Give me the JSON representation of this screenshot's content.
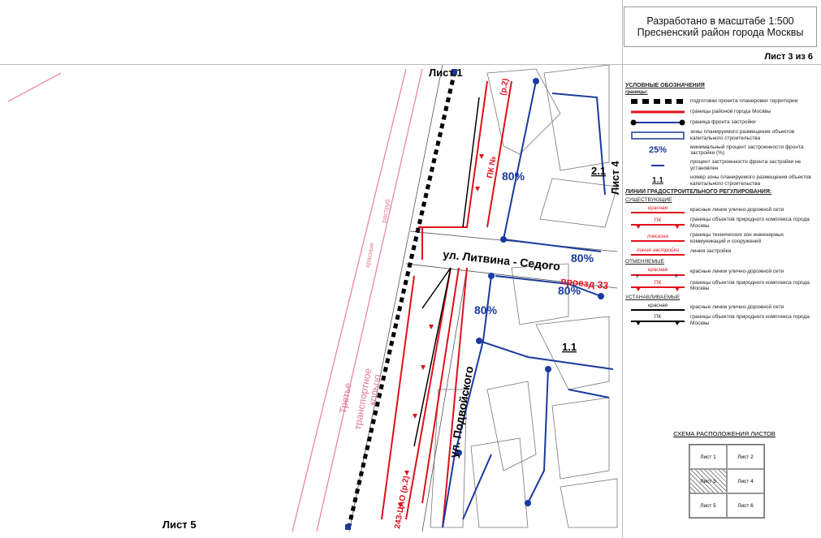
{
  "title": {
    "line1": "Разработано в масштабе 1:500",
    "line2": "Пресненский район города Москвы"
  },
  "sheet_number": "Лист 3 из 6",
  "map": {
    "sheet_top": "Лист 1",
    "sheet_right": "Лист 4",
    "sheet_bottom": "Лист 5",
    "street1": "ул. Литвина - Седого",
    "street2": "ул. Подвойского",
    "proezd": "проезд 33",
    "ring": [
      "Третье",
      "транспортное",
      "кольцо"
    ],
    "zone1": "2.1",
    "zone2": "1.1",
    "pct1": "80%",
    "pct2": "80%",
    "pct3": "80%",
    "pct4": "80%",
    "pk1": "ПК №",
    "pk2": "243-ЦАО (р.2)",
    "pk3": "(р.2)",
    "small1": "красные",
    "small2": "раструб"
  },
  "legend": {
    "title": "УСЛОВНЫЕ ОБОЗНАЧЕНИЯ",
    "borders_h": "границы:",
    "r1": "подготовки проекта планировки территории",
    "r2": "границы районов города Москвы",
    "r3": "граница фронта застройки",
    "r4": "зоны планируемого размещения объектов капитального строительства",
    "pct_sym": "25%",
    "r5": "минимальный процент застроенности фронта застройки (%)",
    "r6": "процент застроенности фронта застройки не установлен",
    "zone_sym": "1.1",
    "r7": "номер зоны планируемого размещения объектов капитального строительства",
    "lines_h": "ЛИНИИ ГРАДОСТРОИТЕЛЬНОГО РЕГУЛИРОВАНИЯ:",
    "existing_h": "СУЩЕСТВУЮЩИЕ",
    "sym_red": "красная",
    "r8": "красные линии улично-дорожной сети",
    "sym_pk": "ПК",
    "r9": "границы объектов природного комплекса города Москвы",
    "sym_tech": "техзона",
    "r10": "границы технических зон инженерных коммуникаций и сооружений",
    "sym_build": "линия застройки",
    "r11": "линия застройки",
    "cancel_h": "ОТМЕНЯЕМЫЕ",
    "sym_red2": "красная",
    "r12": "красные линии улично-дорожной сети",
    "sym_pk2": "ПК",
    "r13": "границы объектов природного комплекса города Москвы",
    "set_h": "УСТАНАВЛИВАЕМЫЕ",
    "sym_red3": "красная",
    "r14": "красные линии улично-дорожной сети",
    "sym_pk3": "ПК",
    "r15": "границы объектов природного комплекса города Москвы"
  },
  "schema": {
    "title": "СХЕМА РАСПОЛОЖЕНИЯ ЛИСТОВ",
    "cells": [
      "Лист 1",
      "Лист 2",
      "Лист 3",
      "Лист 4",
      "Лист 5",
      "Лист 6"
    ]
  },
  "colors": {
    "red": "#e0101c",
    "blue": "#1a3a9e",
    "black": "#000000",
    "pink": "#f07aa0"
  }
}
